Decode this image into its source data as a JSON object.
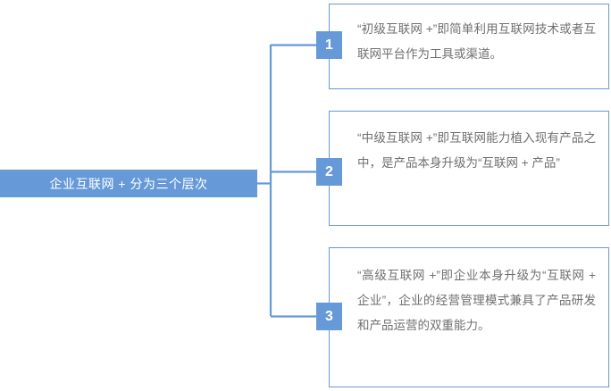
{
  "diagram": {
    "type": "tree-branch-diagram",
    "accent_color": "#6699d8",
    "text_color": "#6f6f6f",
    "background": "#ffffff",
    "root": {
      "label": "企业互联网 + 分为三个层次"
    },
    "branches": [
      {
        "number": "1",
        "text": "“初级互联网 +”即简单利用互联网技术或者互联网平台作为工具或渠道。"
      },
      {
        "number": "2",
        "text": "“中级互联网 +”即互联网能力植入现有产品之中，是产品本身升级为“互联网 + 产品”"
      },
      {
        "number": "3",
        "text": "“高级互联网 +”即企业本身升级为“互联网 + 企业”，企业的经营管理模式兼具了产品研发和产品运营的双重能力。"
      }
    ]
  }
}
